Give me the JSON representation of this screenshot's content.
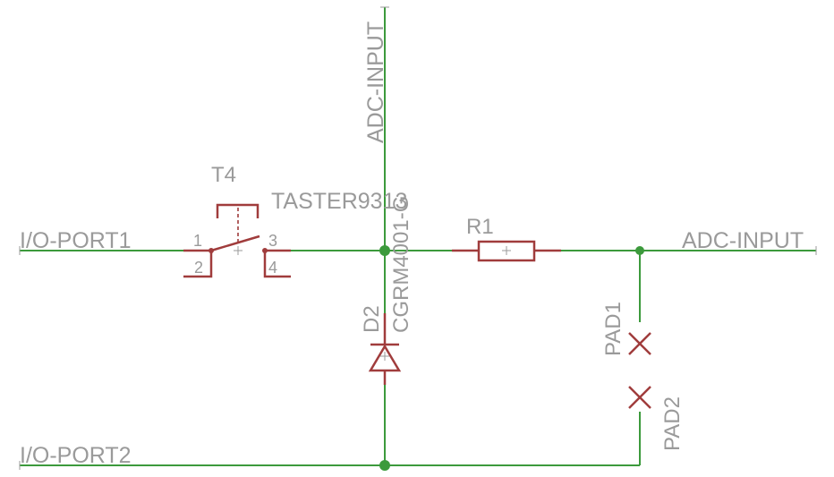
{
  "colors": {
    "wire": "#3c9a3c",
    "component": "#a03c3c",
    "label": "#9a9a9a",
    "background": "#ffffff"
  },
  "nets": {
    "io_port1": "I/O-PORT1",
    "io_port2": "I/O-PORT2",
    "adc_top": "ADC-INPUT",
    "adc_right": "ADC-INPUT"
  },
  "components": {
    "switch": {
      "name": "T4",
      "value": "TASTER9313",
      "pins": [
        "1",
        "2",
        "3",
        "4"
      ]
    },
    "diode": {
      "name": "D2",
      "value": "CGRM4001-G"
    },
    "resistor": {
      "name": "R1"
    },
    "pad1": {
      "name": "PAD1"
    },
    "pad2": {
      "name": "PAD2"
    }
  }
}
